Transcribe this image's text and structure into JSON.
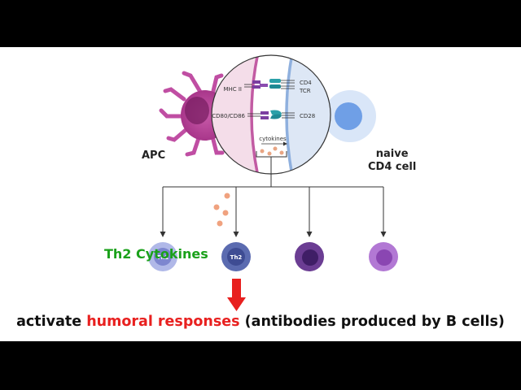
{
  "labels": {
    "apc": "APC",
    "naive_line1": "naive",
    "naive_line2": "CD4 cell",
    "mhc": "MHC II",
    "cd4": "CD4",
    "tcr": "TCR",
    "cd80": "CD80/CD86",
    "cd28": "CD28",
    "cytokines": "cytokines",
    "th2_cytokines": "Th2 Cytokines",
    "th1_cell": "Th1",
    "th2_cell": "Th2"
  },
  "caption": {
    "pre": "activate ",
    "highlight": "humoral responses",
    "post": " (antibodies produced by B cells)"
  },
  "colors": {
    "accent_red": "#e8201f",
    "th2_green": "#1aa11a",
    "apc_magenta": "#b8439a",
    "naive_blue": "#7ea7e6"
  }
}
